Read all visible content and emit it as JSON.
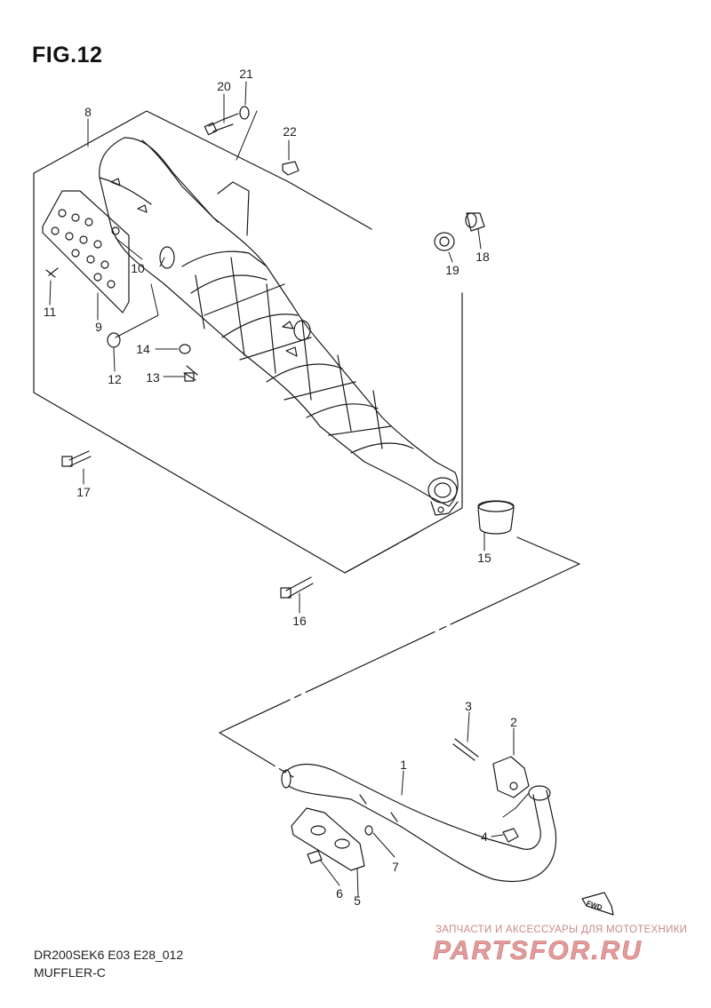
{
  "figure": {
    "title": "FIG.12",
    "model_code": "DR200SEK6 E03 E28_012",
    "caption": "MUFFLER-C"
  },
  "callouts": [
    {
      "id": "c1",
      "label": "1"
    },
    {
      "id": "c2",
      "label": "2"
    },
    {
      "id": "c3",
      "label": "3"
    },
    {
      "id": "c4",
      "label": "4"
    },
    {
      "id": "c5",
      "label": "5"
    },
    {
      "id": "c6",
      "label": "6"
    },
    {
      "id": "c7",
      "label": "7"
    },
    {
      "id": "c8",
      "label": "8"
    },
    {
      "id": "c9",
      "label": "9"
    },
    {
      "id": "c10",
      "label": "10"
    },
    {
      "id": "c11",
      "label": "11"
    },
    {
      "id": "c12",
      "label": "12"
    },
    {
      "id": "c13",
      "label": "13"
    },
    {
      "id": "c14",
      "label": "14"
    },
    {
      "id": "c15",
      "label": "15"
    },
    {
      "id": "c16",
      "label": "16"
    },
    {
      "id": "c17",
      "label": "17"
    },
    {
      "id": "c18",
      "label": "18"
    },
    {
      "id": "c19",
      "label": "19"
    },
    {
      "id": "c20",
      "label": "20"
    },
    {
      "id": "c21",
      "label": "21"
    },
    {
      "id": "c22",
      "label": "22"
    }
  ],
  "fwd_label": "FWD",
  "watermark": {
    "tagline": "ЗАПЧАСТИ И АКСЕССУАРЫ ДЛЯ МОТОТЕХНИКИ",
    "logo": "PARTSFOR.RU"
  },
  "colors": {
    "line": "#1a1a1a",
    "watermark": "#e08a8a"
  }
}
